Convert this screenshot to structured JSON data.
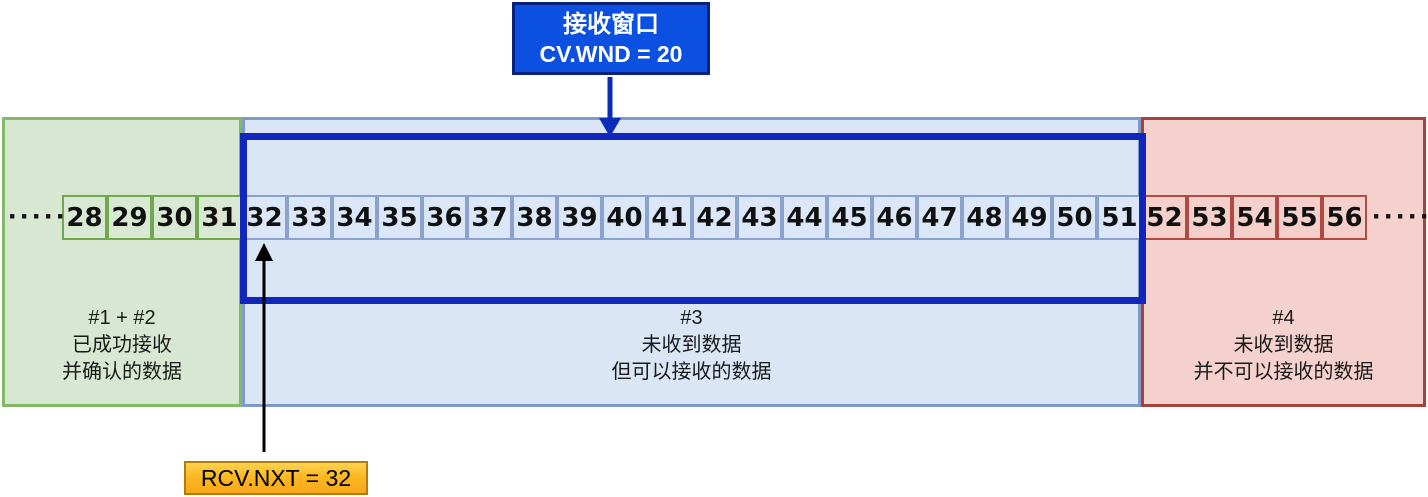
{
  "window_label": {
    "title": "接收窗口",
    "value": "CV.WND = 20"
  },
  "pointer_label": "RCV.NXT = 32",
  "ellipsis": "·····",
  "sequence": {
    "received": [
      "28",
      "29",
      "30",
      "31"
    ],
    "window": [
      "32",
      "33",
      "34",
      "35",
      "36",
      "37",
      "38",
      "39",
      "40",
      "41",
      "42",
      "43",
      "44",
      "45",
      "46",
      "47",
      "48",
      "49",
      "50",
      "51"
    ],
    "beyond": [
      "52",
      "53",
      "54",
      "55",
      "56"
    ]
  },
  "regions": {
    "received": {
      "lines": [
        "#1 + #2",
        "已成功接收",
        "并确认的数据"
      ]
    },
    "receivable": {
      "lines": [
        "#3",
        "未收到数据",
        "但可以接收的数据"
      ]
    },
    "not_receivable": {
      "lines": [
        "#4",
        "未收到数据",
        "并不可以接收的数据"
      ]
    }
  },
  "colors": {
    "window_label_bg": "#0b50e0",
    "window_label_border": "#09227e",
    "window_border": "#1126bd",
    "arrow_blue": "#0a2cb8",
    "arrow_black": "#000000",
    "received_fill": "#d7e7d1",
    "received_border": "#82b868",
    "receivable_fill": "#dae6f6",
    "receivable_border": "#7f9ac8",
    "not_receivable_fill": "#f5d1cd",
    "not_receivable_border": "#a6423c",
    "pointer_label_bg": "#fcb822",
    "pointer_label_border": "#b37b0e"
  }
}
